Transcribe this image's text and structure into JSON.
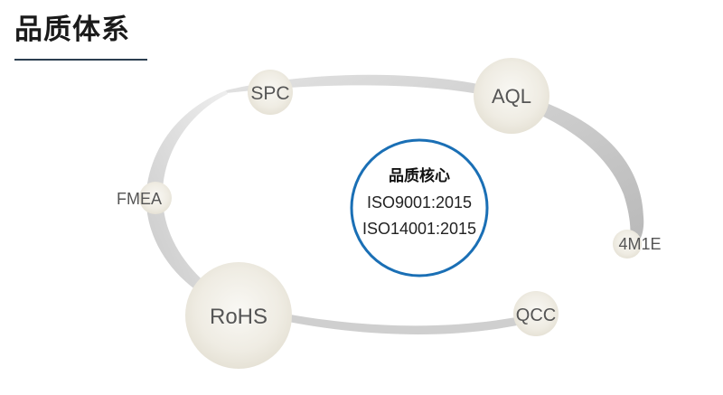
{
  "header": {
    "title": "品质体系"
  },
  "core": {
    "title": "品质核心",
    "lines": [
      "ISO9001:2015",
      "ISO14001:2015"
    ]
  },
  "nodes": [
    {
      "id": "spc",
      "label": "SPC"
    },
    {
      "id": "aql",
      "label": "AQL"
    },
    {
      "id": "4m1e",
      "label": "4M1E"
    },
    {
      "id": "qcc",
      "label": "QCC"
    },
    {
      "id": "rohs",
      "label": "RoHS"
    },
    {
      "id": "fmea",
      "label": "FMEA"
    }
  ],
  "colors": {
    "core_ring": "#1a6fb5",
    "node_fill": "#efece3",
    "ring_shade": "#bdbdbd"
  }
}
